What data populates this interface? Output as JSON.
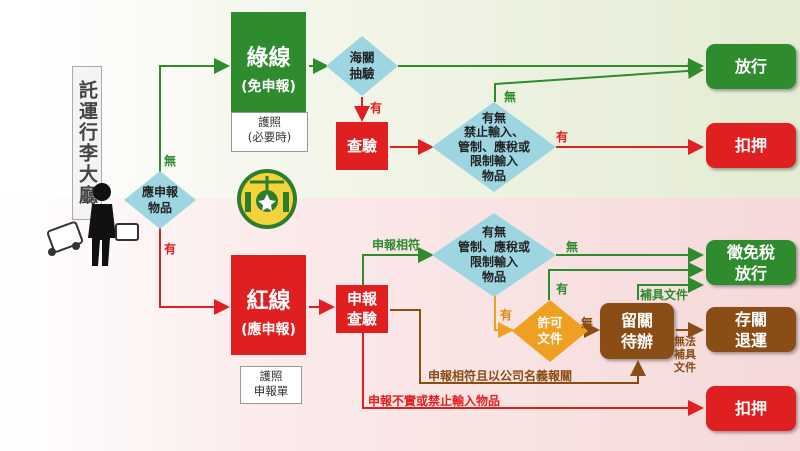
{
  "title_vertical": "託運行李大廳",
  "declare_question": "應申報物品",
  "no_label": "無",
  "yes_label": "有",
  "green_lane": {
    "title": "綠線",
    "subtitle": "(免申報)",
    "doc": "護照\n(必要時)"
  },
  "red_lane": {
    "title": "紅線",
    "subtitle": "(應申報)",
    "doc": "護照\n申報單"
  },
  "customs_sampling": "海關\n抽驗",
  "inspection": "查驗",
  "prohibited_question": "有無\n禁止輸入、\n管制、應稅或\n限制輸入\n物品",
  "prohibited_question2": "有無\n管制、應稅或\n限制輸入\n物品",
  "declare_inspection": "申報\n查驗",
  "permit_docs": "許可\n文件",
  "held": "留關\n待辦",
  "release": "放行",
  "seize": "扣押",
  "tax_release": "徵免稅\n放行",
  "store_return": "存關\n退運",
  "edge_labels": {
    "declared_match": "申報相符",
    "declared_match_company": "申報相符且以公司名義報關",
    "false_declaration": "申報不實或禁止輸入物品",
    "supplement_docs": "補具文件",
    "no_supplement": "無法\n補具\n文件"
  },
  "colors": {
    "green": "#2e8b2e",
    "red": "#e02020",
    "orange": "#f0a020",
    "brown": "#8a4d16",
    "teal": "#9dd6e0"
  }
}
